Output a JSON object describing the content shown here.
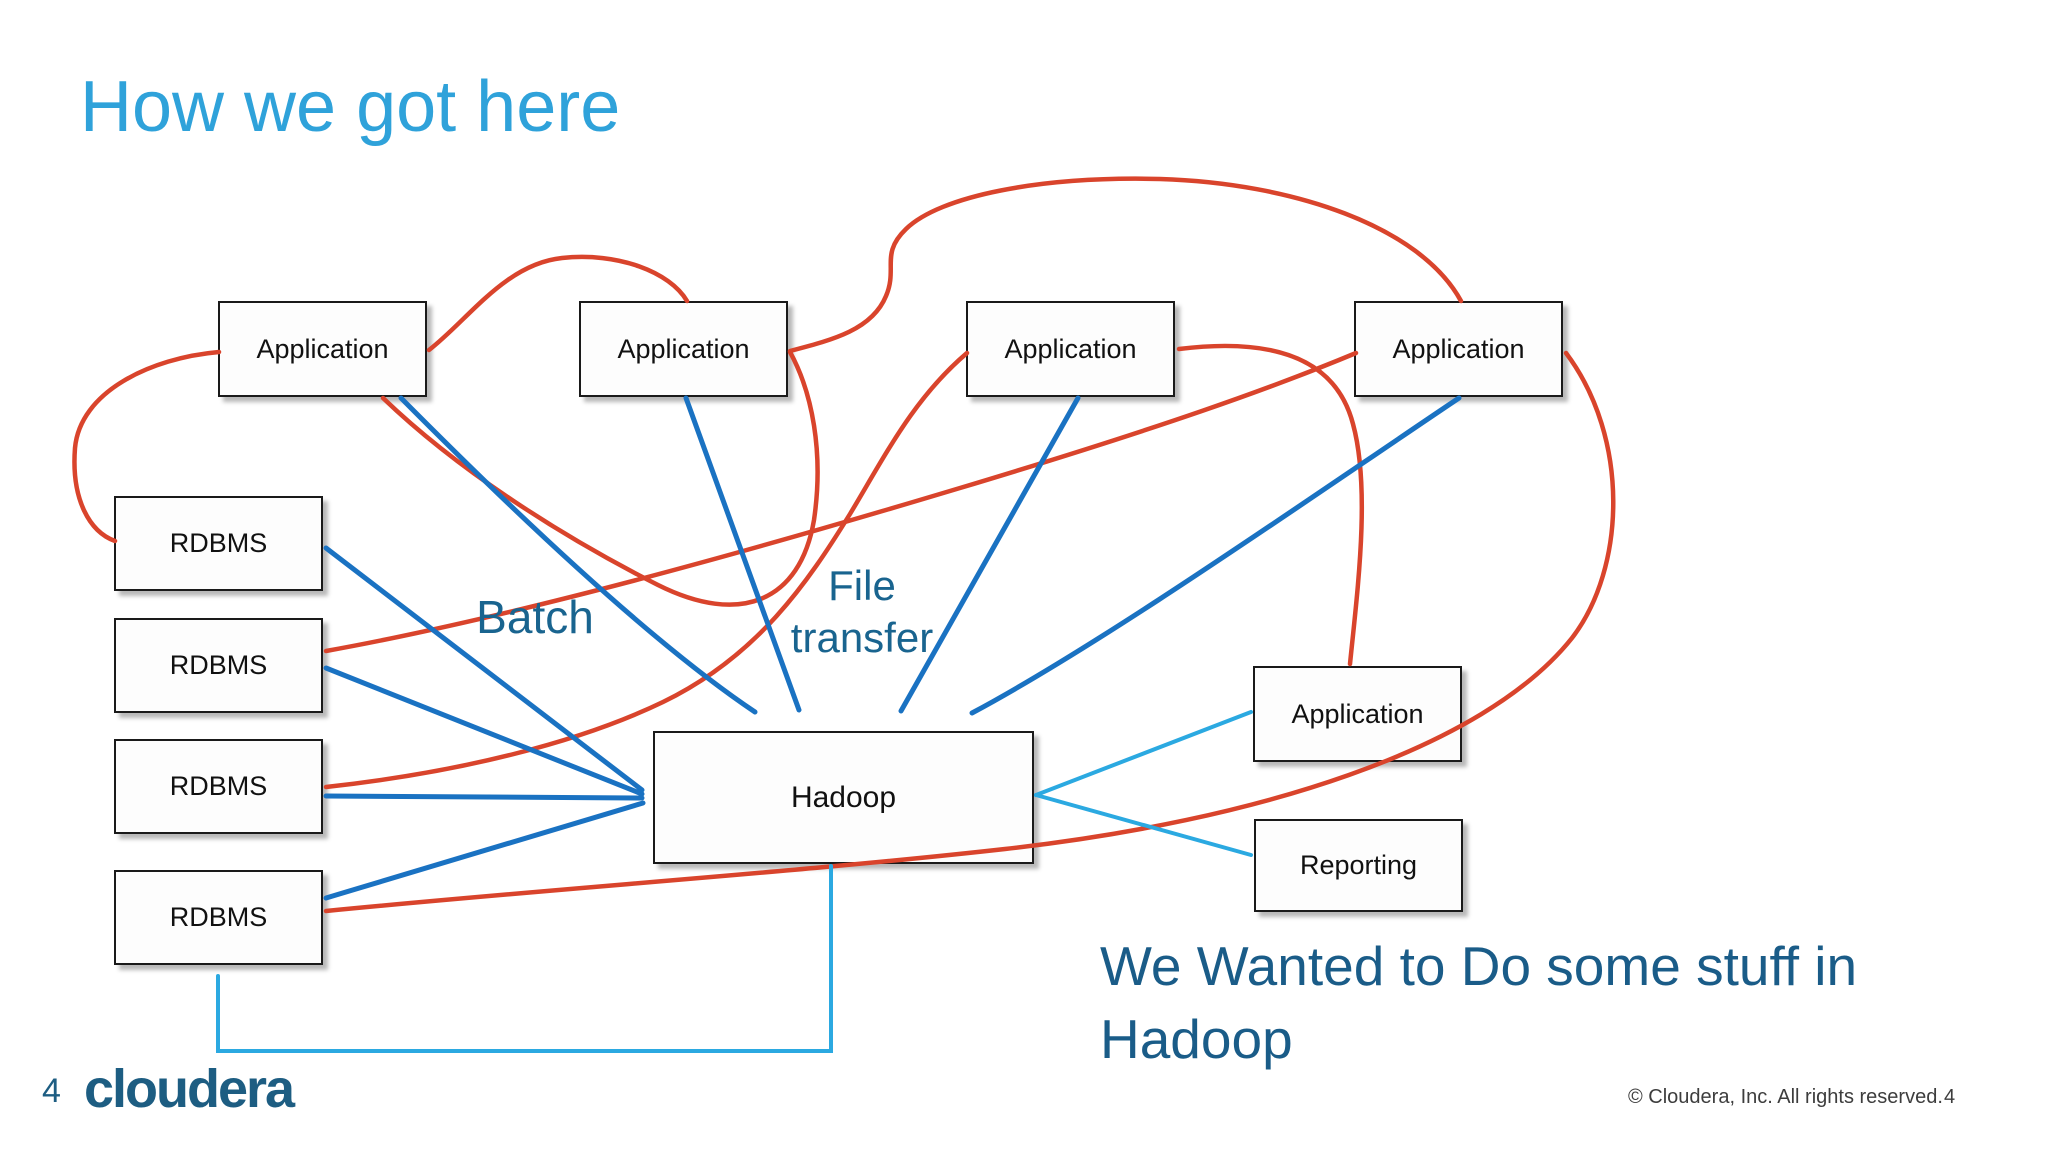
{
  "slide": {
    "title": "How we got here"
  },
  "diagram": {
    "applications": [
      {
        "label": "Application"
      },
      {
        "label": "Application"
      },
      {
        "label": "Application"
      },
      {
        "label": "Application"
      }
    ],
    "rdbms": [
      {
        "label": "RDBMS"
      },
      {
        "label": "RDBMS"
      },
      {
        "label": "RDBMS"
      },
      {
        "label": "RDBMS"
      }
    ],
    "hadoop": {
      "label": "Hadoop"
    },
    "right_application": {
      "label": "Application"
    },
    "reporting": {
      "label": "Reporting"
    },
    "flow_labels": {
      "batch": "Batch",
      "file_transfer_line1": "File",
      "file_transfer_line2": "transfer"
    },
    "annotation": {
      "line1": "We Wanted to Do some stuff in",
      "line2": "Hadoop"
    },
    "colors": {
      "red_line": "#D9442C",
      "blue_line": "#1A72C2",
      "light_blue_line": "#2BA9E1",
      "title_blue": "#2FA2DA",
      "label_blue": "#19648F",
      "annotation_blue": "#1A5C88",
      "logo_blue": "#1D5D82",
      "copyright_gray": "#3d3d3d"
    }
  },
  "footer": {
    "page_number_left": "4",
    "logo_text": "cloudera",
    "copyright": "© Cloudera, Inc. All rights reserved.",
    "page_number_right": "4"
  }
}
